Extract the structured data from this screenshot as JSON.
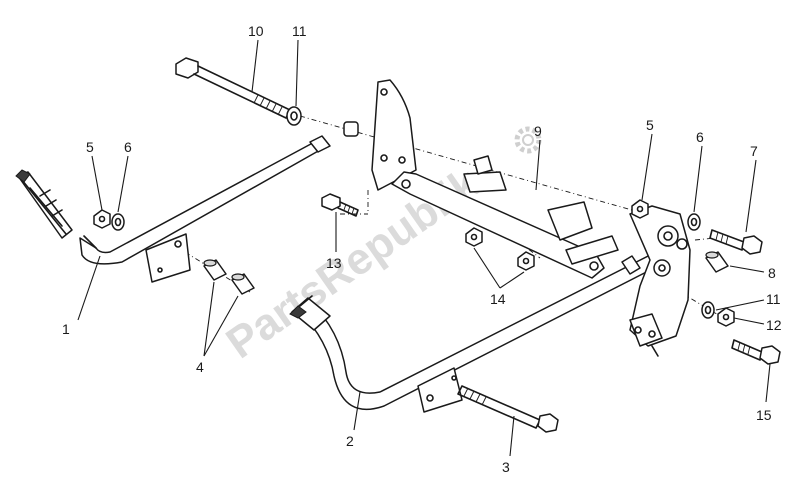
{
  "watermark": {
    "text": "PartsRepublik",
    "color": "#cfcfcf"
  },
  "callouts": [
    {
      "id": "c1",
      "label": "1"
    },
    {
      "id": "c2",
      "label": "2"
    },
    {
      "id": "c3",
      "label": "3"
    },
    {
      "id": "c4",
      "label": "4"
    },
    {
      "id": "c5a",
      "label": "5"
    },
    {
      "id": "c5b",
      "label": "5"
    },
    {
      "id": "c6a",
      "label": "6"
    },
    {
      "id": "c6b",
      "label": "6"
    },
    {
      "id": "c7",
      "label": "7"
    },
    {
      "id": "c8",
      "label": "8"
    },
    {
      "id": "c9",
      "label": "9"
    },
    {
      "id": "c10",
      "label": "10"
    },
    {
      "id": "c11a",
      "label": "11"
    },
    {
      "id": "c11b",
      "label": "11"
    },
    {
      "id": "c12",
      "label": "12"
    },
    {
      "id": "c13",
      "label": "13"
    },
    {
      "id": "c14",
      "label": "14"
    },
    {
      "id": "c15",
      "label": "15"
    }
  ]
}
